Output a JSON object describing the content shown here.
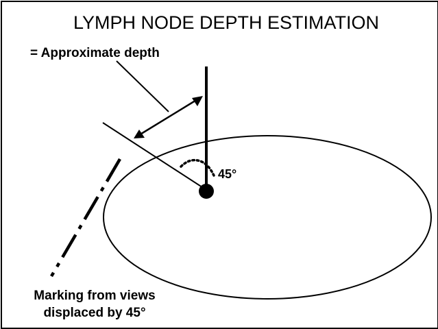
{
  "diagram": {
    "title": "LYMPH NODE DEPTH ESTIMATION",
    "depth_label": "= Approximate depth",
    "angle_label": "45°",
    "marking_label_line1": "Marking from views",
    "marking_label_line2": "displaced by 45°"
  },
  "colors": {
    "stroke": "#000000",
    "background": "#ffffff"
  },
  "icons": {
    "node": "filled-circle",
    "depth_arrow": "double-headed-arrow"
  }
}
